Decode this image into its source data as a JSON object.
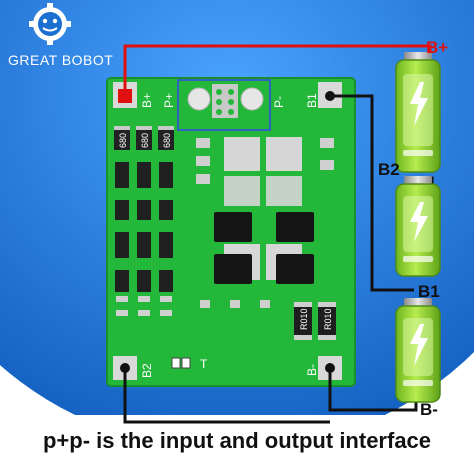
{
  "brand": {
    "name": "GREAT BOBOT"
  },
  "caption": "p+p- is the input and output interface",
  "board": {
    "pads": [
      "B+",
      "P+",
      "P-",
      "B1",
      "B2",
      "B-"
    ],
    "components": [
      "680",
      "680",
      "680",
      "R010",
      "R010"
    ],
    "mark": "T"
  },
  "terminals": [
    "B+",
    "B2",
    "B1",
    "B-"
  ],
  "colors": {
    "background_blue": "#1a6fd0",
    "pcb_green": "#23b83a",
    "wire_red": "#e01010",
    "wire_black": "#111111",
    "battery_green": "#8ed12b"
  }
}
